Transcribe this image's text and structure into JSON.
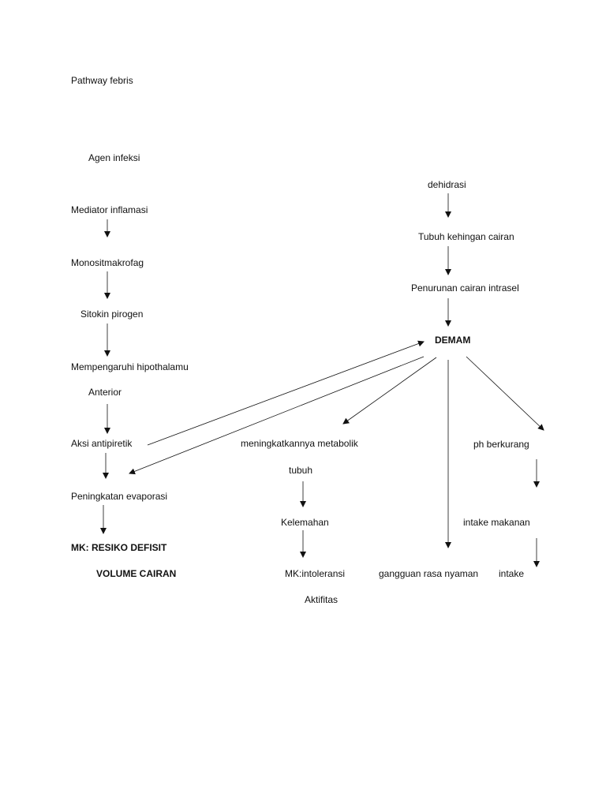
{
  "title": "Pathway febris",
  "left": {
    "agen": "Agen infeksi",
    "mediator": "Mediator inflamasi",
    "monosit": "Monositmakrofag",
    "sitokin": "Sitokin pirogen",
    "mempengaruhi": "Mempengaruhi hipothalamu",
    "anterior": "Anterior",
    "aksi": "Aksi antipiretik",
    "peningkatan": "Peningkatan evaporasi",
    "mk1": "MK:  RESIKO DEFISIT",
    "mk2": "VOLUME CAIRAN"
  },
  "right": {
    "dehidrasi": "dehidrasi",
    "tubuh_kehilangan": "Tubuh kehingan cairan",
    "penurunan": "Penurunan cairan intrasel",
    "demam": "DEMAM"
  },
  "branches": {
    "metabolik": "meningkatkannya metabolik",
    "tubuh": "tubuh",
    "kelemahan": "Kelemahan",
    "mk_intoleransi": "MK:intoleransi",
    "aktifitas": "Aktifitas",
    "gangguan": "gangguan rasa nyaman",
    "ph": "ph berkurang",
    "intake_makanan": "intake makanan",
    "intake": "intake"
  }
}
